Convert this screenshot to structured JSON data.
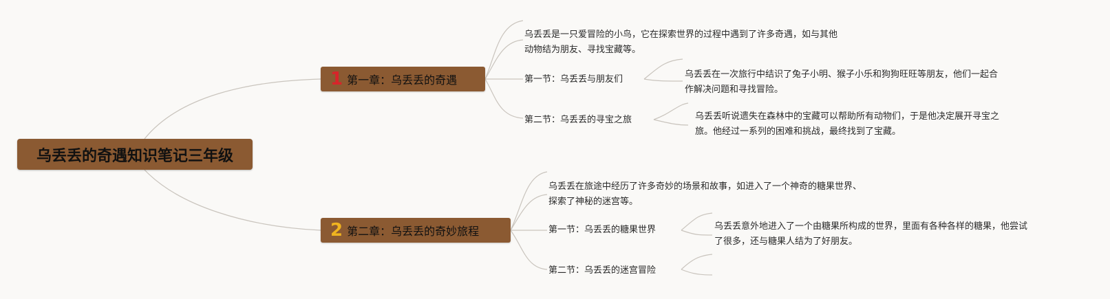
{
  "root": {
    "title": "乌丢丢的奇遇知识笔记三年级"
  },
  "chapters": [
    {
      "number": "1",
      "label": "第一章：乌丢丢的奇遇",
      "intro": [
        "乌丢丢是一只爱冒险的小鸟，它在探索世界的过程中遇到了许多奇遇，如与其他",
        "动物结为朋友、寻找宝藏等。"
      ],
      "sections": [
        {
          "label": "第一节：乌丢丢与朋友们",
          "detail": [
            "乌丢丢在一次旅行中结识了兔子小明、猴子小乐和狗狗旺旺等朋友，他们一起合",
            "作解决问题和寻找冒险。"
          ]
        },
        {
          "label": "第二节：乌丢丢的寻宝之旅",
          "detail": [
            "乌丢丢听说遗失在森林中的宝藏可以帮助所有动物们，于是他决定展开寻宝之",
            "旅。他经过一系列的困难和挑战，最终找到了宝藏。"
          ]
        }
      ]
    },
    {
      "number": "2",
      "label": "第二章：乌丢丢的奇妙旅程",
      "intro": [
        "乌丢丢在旅途中经历了许多奇妙的场景和故事，如进入了一个神奇的糖果世界、",
        "探索了神秘的迷宫等。"
      ],
      "sections": [
        {
          "label": "第一节：乌丢丢的糖果世界",
          "detail": [
            "乌丢丢意外地进入了一个由糖果所构成的世界，里面有各种各样的糖果，他尝试",
            "了很多，还与糖果人结为了好朋友。"
          ]
        },
        {
          "label": "第二节：乌丢丢的迷宫冒险",
          "detail": []
        }
      ]
    }
  ],
  "colors": {
    "node_fill": "#8b5a32",
    "chapter1_number": "#d8242a",
    "chapter2_number": "#f0b41f",
    "connector": "#c9c4bd",
    "background": "#faf9f7"
  }
}
